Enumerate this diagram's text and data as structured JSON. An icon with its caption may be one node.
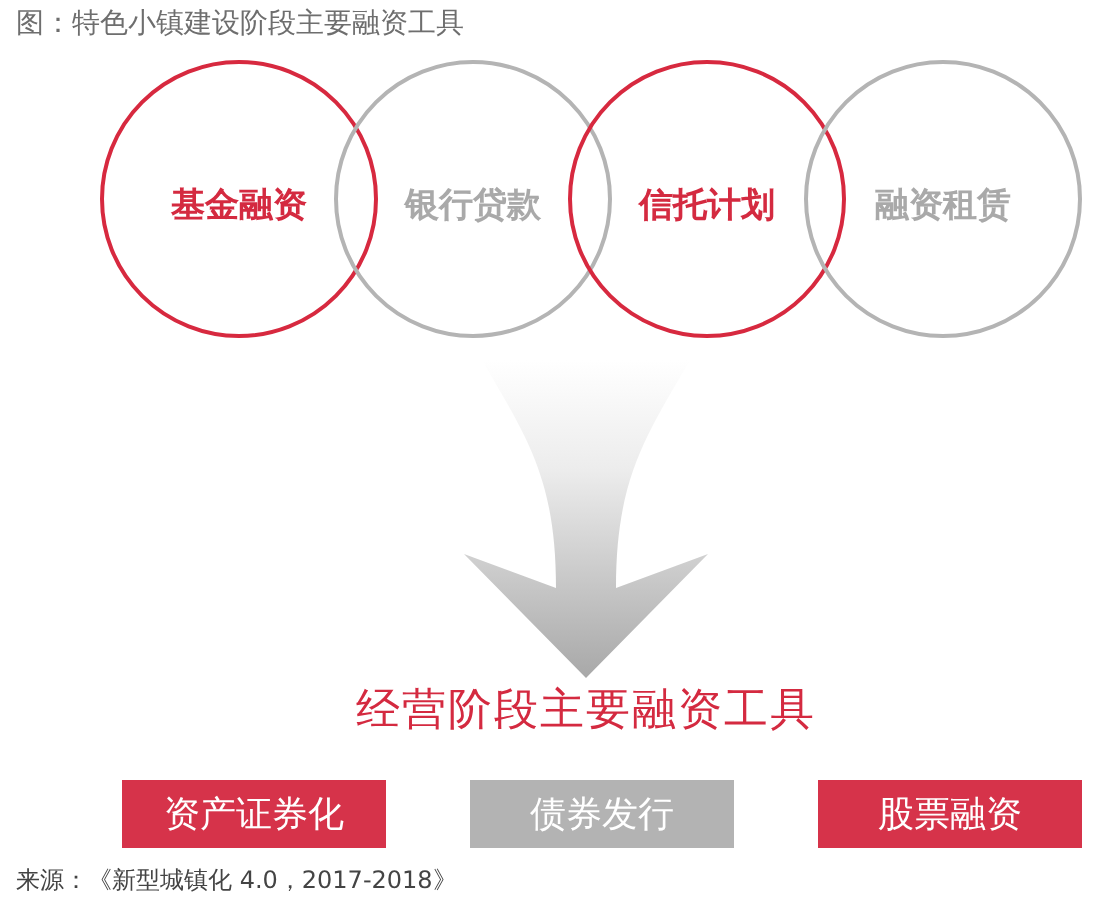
{
  "diagram": {
    "title": "图：特色小镇建设阶段主要融资工具",
    "caption": "来源：《新型城镇化 4.0，2017-2018》",
    "nodes": [
      {
        "text": [
          "基金融资"
        ]
      },
      {
        "text": [
          "银行贷款"
        ]
      },
      {
        "text": [
          "信托计划"
        ]
      },
      {
        "text": [
          "融资租赁"
        ]
      },
      {
        "text": [
          "经营阶段主要融资工具"
        ]
      },
      {
        "text": [
          "资产证券化"
        ]
      },
      {
        "text": [
          "债券发行"
        ]
      },
      {
        "text": [
          "股票融资"
        ]
      }
    ],
    "edges": [
      {
        "from": null,
        "to": 4,
        "arrow": "to"
      }
    ]
  }
}
